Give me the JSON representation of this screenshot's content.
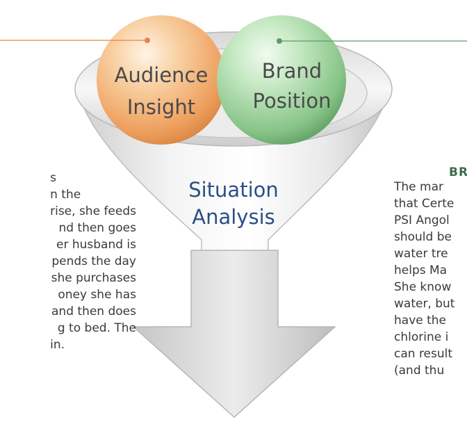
{
  "diagram": {
    "nodes": {
      "audience_insight": {
        "line1": "Audience",
        "line2": "Insight"
      },
      "brand_position": {
        "line1": "Brand",
        "line2": "Position"
      },
      "situation_analysis": {
        "line1": "Situation",
        "line2": "Analysis"
      }
    },
    "colors": {
      "audience_ball": "#f3b47a",
      "brand_ball": "#9cd39b",
      "funnel": "#e4e4e4",
      "situation_text": "#2b4f86",
      "left_connector": "#e8824f",
      "right_connector": "#5c9b6a"
    }
  },
  "left_text": {
    "lines": [
      "s",
      "n the",
      "rise, she feeds",
      "nd then goes",
      "er husband is",
      "pends the day",
      "she purchases",
      "oney she has",
      "and then does",
      "g to bed. The",
      "in."
    ]
  },
  "right_text": {
    "heading": "BR",
    "lines": [
      "The mar",
      "that Certe",
      "PSI Angol",
      "should be",
      "water tre",
      "helps Ma",
      "She know",
      "water, but",
      "have the",
      "chlorine i",
      "can result",
      "(and thu"
    ]
  }
}
